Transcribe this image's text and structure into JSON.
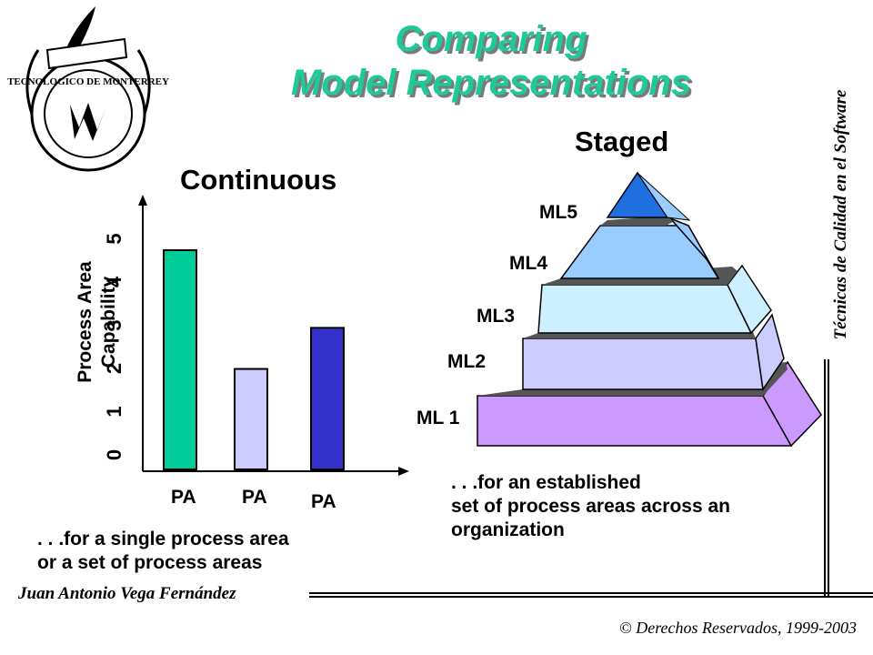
{
  "title": {
    "line1": "Comparing",
    "line2": "Model Representations"
  },
  "sidebar_text": "Técnicas de Calidad en el Software",
  "author": "Juan Antonio Vega Fernández",
  "copyright": "© Derechos Reservados, 1999-2003",
  "logo": {
    "icon": "tecnologico-de-monterrey-seal",
    "text": "TECNOLOGICO DE MONTERREY"
  },
  "continuous": {
    "heading": "Continuous",
    "caption_line1": ". . .for a single process area",
    "caption_line2": "or a set of process areas"
  },
  "staged": {
    "heading": "Staged",
    "caption_line1": ". . .for an established",
    "caption_line2": "set of process areas across an",
    "caption_line3": "organization",
    "levels": [
      "ML 1",
      "ML2",
      "ML3",
      "ML4",
      "ML5"
    ],
    "colors": [
      "#cc99ff",
      "#ccccff",
      "#ccf0ff",
      "#99ccff",
      "#1f6fe0"
    ]
  },
  "chart_data": {
    "type": "bar",
    "categories": [
      "PA",
      "PA",
      "PA"
    ],
    "values": [
      4.8,
      2.2,
      3.1
    ],
    "ylabel_line1": "Process Area",
    "ylabel_line2": "Capability",
    "yticks": [
      "0",
      "1",
      "2",
      "3",
      "4",
      "5"
    ],
    "ylim": [
      0,
      5
    ],
    "colors": [
      "#00cc99",
      "#ccccff",
      "#3333cc"
    ]
  }
}
